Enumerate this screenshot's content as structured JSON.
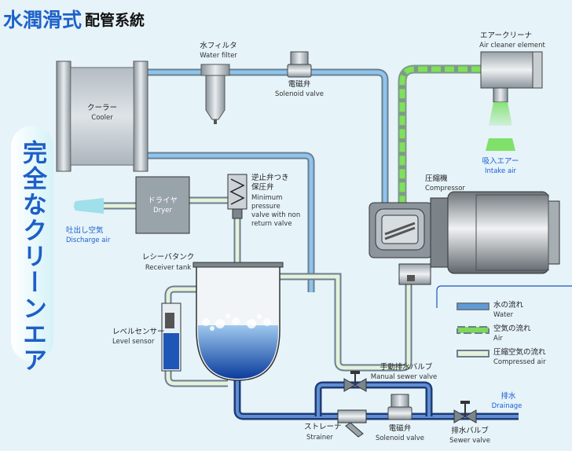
{
  "title": {
    "main": "水潤滑式",
    "sub": "配管系統"
  },
  "side_banner": "完全なクリーンエア",
  "components": {
    "water_filter": {
      "jp": "水フィルタ",
      "en": "Water filter"
    },
    "solenoid_top": {
      "jp": "電磁弁",
      "en": "Solenoid valve"
    },
    "air_cleaner": {
      "jp": "エアークリーナ",
      "en": "Air cleaner element"
    },
    "intake_air": {
      "jp": "吸入エアー",
      "en": "Intake air"
    },
    "cooler": {
      "jp": "クーラー",
      "en": "Cooler"
    },
    "compressor": {
      "jp": "圧縮機",
      "en": "Compressor"
    },
    "check_valve": {
      "jp1": "逆止弁つき",
      "jp2": "保圧弁",
      "en1": "Minimum",
      "en2": "pressure",
      "en3": "valve with non",
      "en4": "return valve"
    },
    "dryer": {
      "jp": "ドライヤ",
      "en": "Dryer"
    },
    "discharge_air": {
      "jp": "吐出し空気",
      "en": "Discharge air"
    },
    "receiver_tank": {
      "jp": "レシーバタンク",
      "en": "Receiver tank"
    },
    "level_sensor": {
      "jp": "レベルセンサー",
      "en": "Level sensor"
    },
    "manual_sewer": {
      "jp": "手動排水バルブ",
      "en": "Manual sewer valve"
    },
    "drainage": {
      "jp": "排水",
      "en": "Drainage"
    },
    "strainer": {
      "jp": "ストレーナ",
      "en": "Strainer"
    },
    "solenoid_bottom": {
      "jp": "電磁弁",
      "en": "Solenoid valve"
    },
    "sewer_valve": {
      "jp": "排水バルブ",
      "en": "Sewer valve"
    }
  },
  "legend": [
    {
      "jp": "水の流れ",
      "en": "Water",
      "color": "#5f9bd8"
    },
    {
      "jp": "空気の流れ",
      "en": "Air",
      "color": "#7fd85a"
    },
    {
      "jp": "圧縮空気の流れ",
      "en": "Compressed air",
      "color": "#d8ecc6"
    }
  ],
  "colors": {
    "water": "#5f9bd8",
    "air": "#7fd85a",
    "compressed": "#dfeecf",
    "pipe_frame": "#6b7f8f",
    "drain_pipe": "#1f3a7a"
  }
}
